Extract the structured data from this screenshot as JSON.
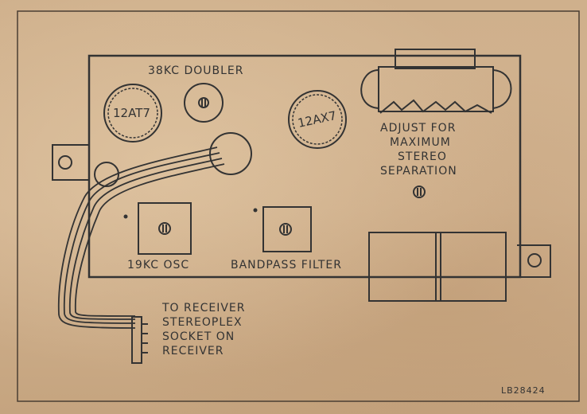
{
  "labels": {
    "doubler": "38KC DOUBLER",
    "tube_left": "12AT7",
    "tube_right": "12AX7",
    "adjust_lines": [
      "ADJUST FOR",
      "MAXIMUM",
      "STEREO",
      "SEPARATION"
    ],
    "osc": "19KC OSC",
    "bandpass": "BANDPASS FILTER",
    "receiver_lines": [
      "TO RECEIVER",
      "STEREOPLEX",
      "SOCKET ON",
      "RECEIVER"
    ],
    "part_code": "LB28424"
  },
  "colors": {
    "ink": "#333333",
    "paper": "#cfb08c"
  }
}
